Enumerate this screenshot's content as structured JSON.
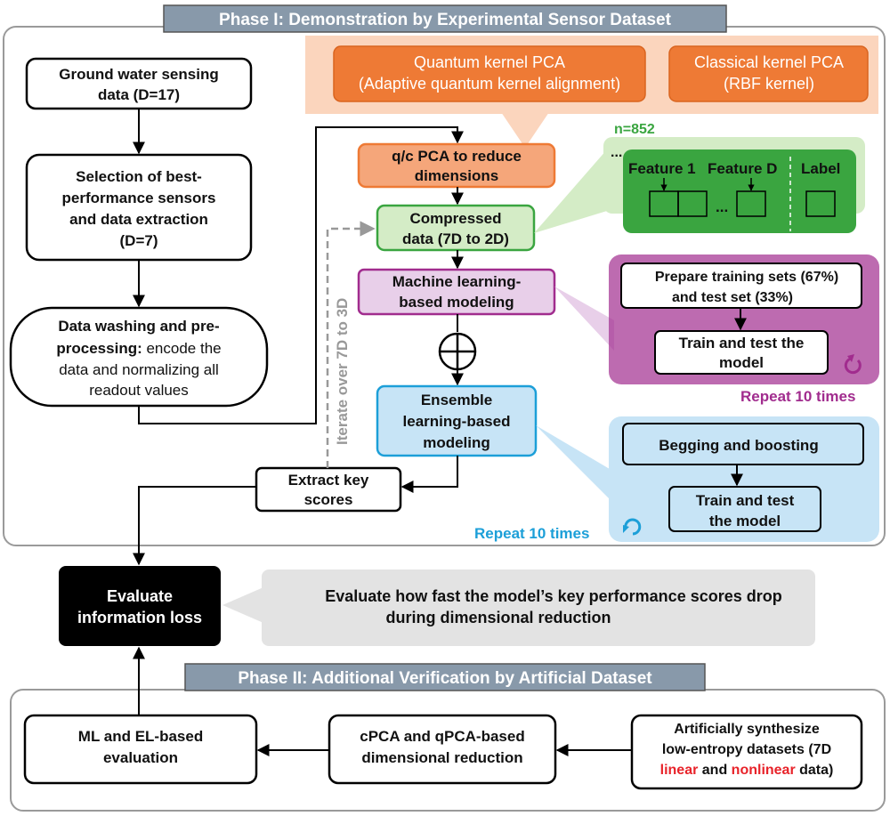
{
  "phase1": {
    "title": "Phase I: Demonstration by Experimental Sensor Dataset"
  },
  "phase2": {
    "title": "Phase II: Additional Verification by Artificial Dataset"
  },
  "left_flow": {
    "ground_water": [
      "Ground water sensing",
      "data (D=17)"
    ],
    "selection": [
      "Selection of best-",
      "performance sensors",
      "and data extraction",
      "(D=7)"
    ],
    "washing_line1": "Data washing and pre-",
    "washing_line2_bold": "processing:",
    "washing_line2_rest": " encode the",
    "washing_line3": "data and normalizing all",
    "washing_line4": "readout values",
    "extract": [
      "Extract key",
      "scores"
    ]
  },
  "kernels": {
    "quantum": [
      "Quantum kernel PCA",
      "(Adaptive quantum kernel alignment)"
    ],
    "classical": [
      "Classical kernel PCA",
      "(RBF kernel)"
    ]
  },
  "center_flow": {
    "qc_pca": [
      "q/c PCA to reduce",
      "dimensions"
    ],
    "compressed": [
      "Compressed",
      "data (7D to 2D)"
    ],
    "ml": [
      "Machine learning-",
      "based modeling"
    ],
    "ensemble": [
      "Ensemble",
      "learning-based",
      "modeling"
    ],
    "iterate": "Iterate over 7D to 3D",
    "plus_symbol": "⊕"
  },
  "features": {
    "n": "n=852",
    "ellipsis_top": "...",
    "feature1": "Feature 1",
    "featureD": "Feature D",
    "label": "Label",
    "ellipsis_mid": "..."
  },
  "ml_panel": {
    "prepare": [
      "Prepare training sets (67%)",
      "and test set (33%)"
    ],
    "train": [
      "Train and test the",
      "model"
    ],
    "repeat": "Repeat 10 times"
  },
  "el_panel": {
    "begging": "Begging and boosting",
    "train": [
      "Train and test",
      "the model"
    ],
    "repeat": "Repeat 10 times"
  },
  "evaluate": {
    "box": [
      "Evaluate",
      "information loss"
    ],
    "note": [
      "Evaluate how fast the model’s key performance scores drop",
      "during dimensional reduction"
    ]
  },
  "phase2_flow": {
    "synth_line1": "Artificially synthesize",
    "synth_line2": "low-entropy datasets (7D",
    "synth_linear": "linear",
    "synth_and": " and ",
    "synth_nonlinear": "nonlinear",
    "synth_data": " data)",
    "pca": [
      "cPCA and qPCA-based",
      "dimensional reduction"
    ],
    "ml_el": [
      "ML and EL-based",
      "evaluation"
    ]
  },
  "colors": {
    "orange": "#ee7a35",
    "orange_light": "#fbd5bd",
    "green": "#3aa540",
    "green_light": "#d4ecc6",
    "purple": "#a12c8e",
    "purple_light": "#e8cfe9",
    "blue": "#1c9fd8",
    "blue_light": "#c7e4f6",
    "red": "#e8232a"
  }
}
